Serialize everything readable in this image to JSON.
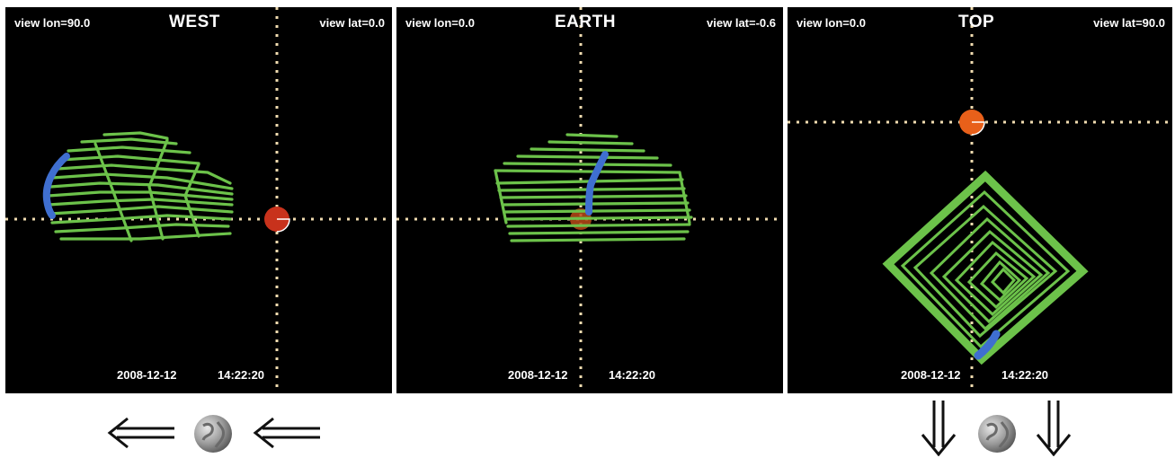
{
  "panels": [
    {
      "title": "WEST",
      "lon_label": "view lon=90.0",
      "lat_label": "view lat=0.0",
      "date": "2008-12-12",
      "time": "14:22:20"
    },
    {
      "title": "EARTH",
      "lon_label": "view lon=0.0",
      "lat_label": "view lat=-0.6",
      "date": "2008-12-12",
      "time": "14:22:20"
    },
    {
      "title": "TOP",
      "lon_label": "view lon=0.0",
      "lat_label": "view lat=90.0",
      "date": "2008-12-12",
      "time": "14:22:20"
    }
  ],
  "colors": {
    "background": "#000000",
    "mesh": "#6cc24a",
    "trajectory": "#3f6fd0",
    "crosshair": "#f0dcb0",
    "sun": "#e8601a"
  },
  "bottom": {
    "left_icon": "earth-icon",
    "right_icon": "earth-icon",
    "left_arrows": "double-arrow-left-icon",
    "right_arrows": "double-arrow-down-icon"
  }
}
